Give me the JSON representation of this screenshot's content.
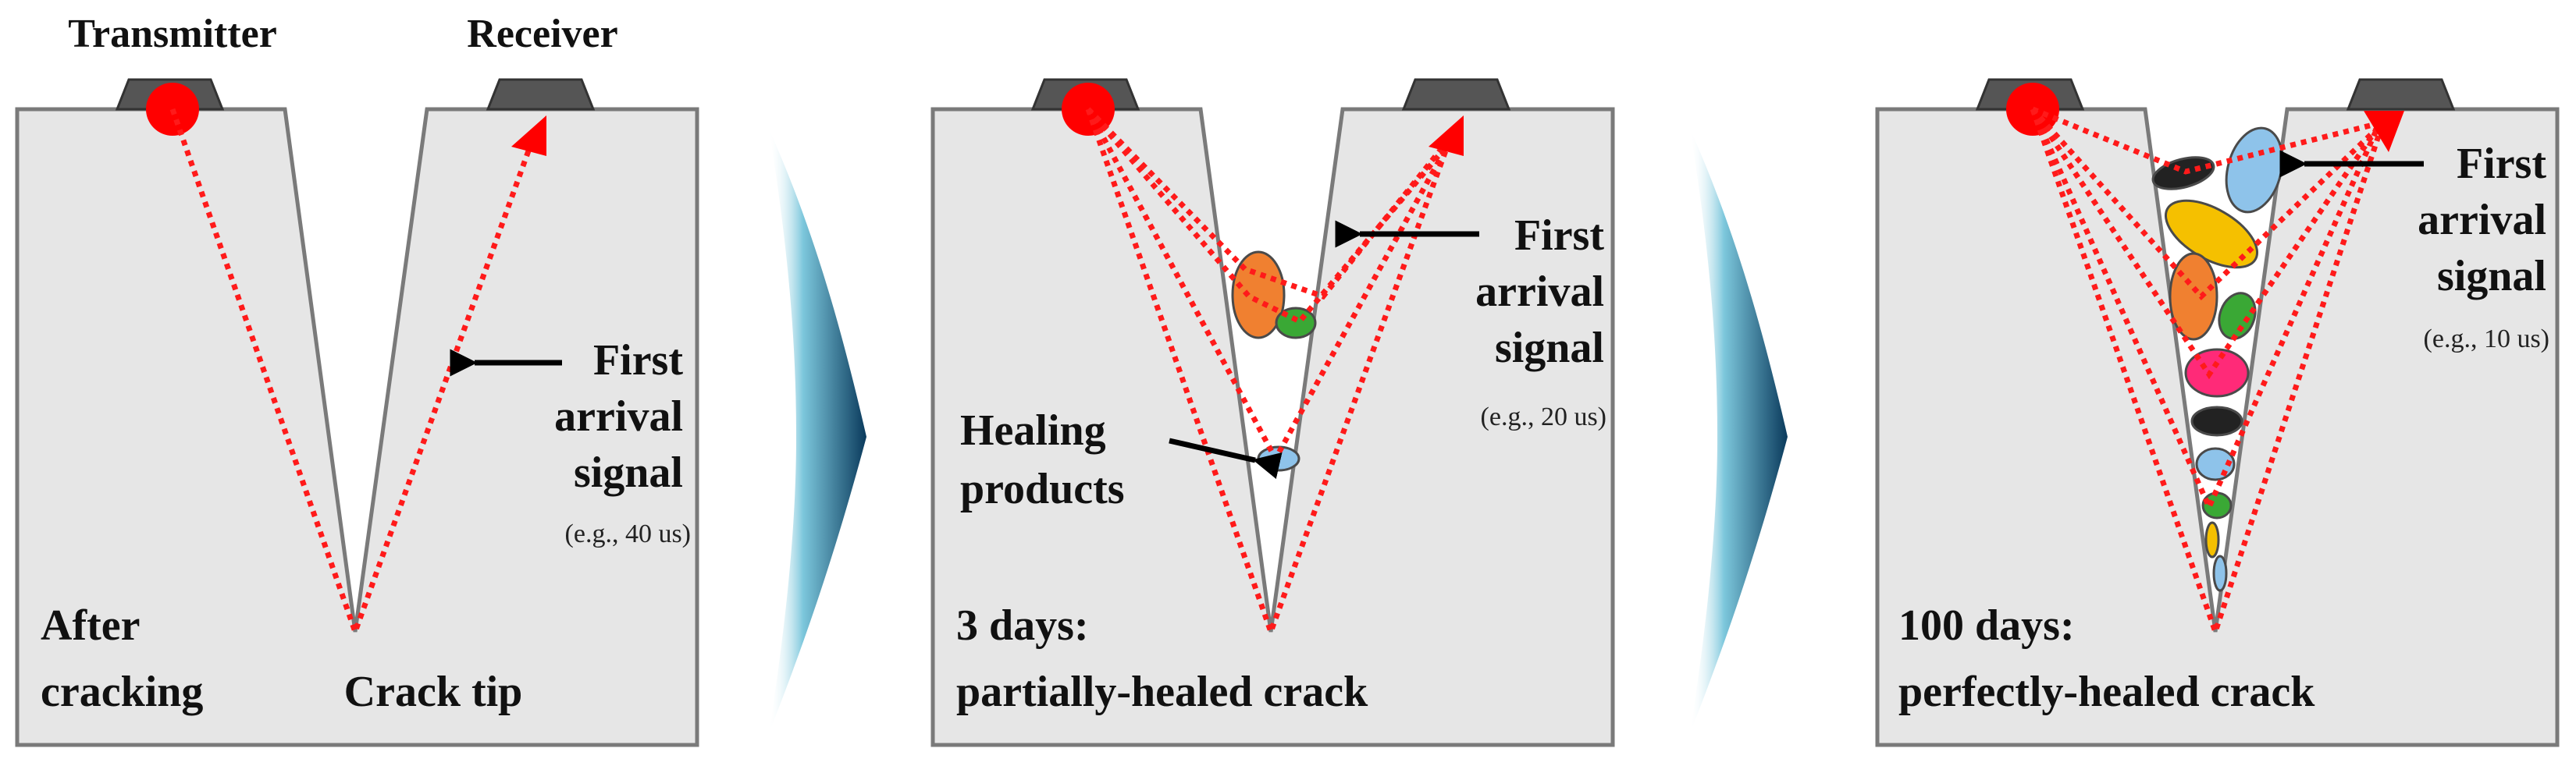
{
  "colors": {
    "block": "#e6e6e6",
    "outline": "#7a7a7a",
    "signal": "#ff1a1a",
    "sensor": "#555555",
    "transition_arrow": "#0d4a6b",
    "healing_products": [
      "#f08030",
      "#3aa835",
      "#8ec3ea",
      "#f5c000",
      "#ff2a78",
      "#222222"
    ]
  },
  "panel1": {
    "transmitter": "Transmitter",
    "receiver": "Receiver",
    "signal_label_1": "First",
    "signal_label_2": "arrival",
    "signal_label_3": "signal",
    "time": "(e.g., 40 us)",
    "state_1": "After",
    "state_2": "cracking",
    "crack_tip": "Crack tip"
  },
  "panel2": {
    "signal_label_1": "First",
    "signal_label_2": "arrival",
    "signal_label_3": "signal",
    "time": "(e.g., 20 us)",
    "healing_1": "Healing",
    "healing_2": "products",
    "state_1": "3 days:",
    "state_2": "partially-healed crack"
  },
  "panel3": {
    "signal_label_1": "First",
    "signal_label_2": "arrival",
    "signal_label_3": "signal",
    "time": "(e.g., 10 us)",
    "state_1": "100 days:",
    "state_2": "perfectly-healed crack"
  }
}
